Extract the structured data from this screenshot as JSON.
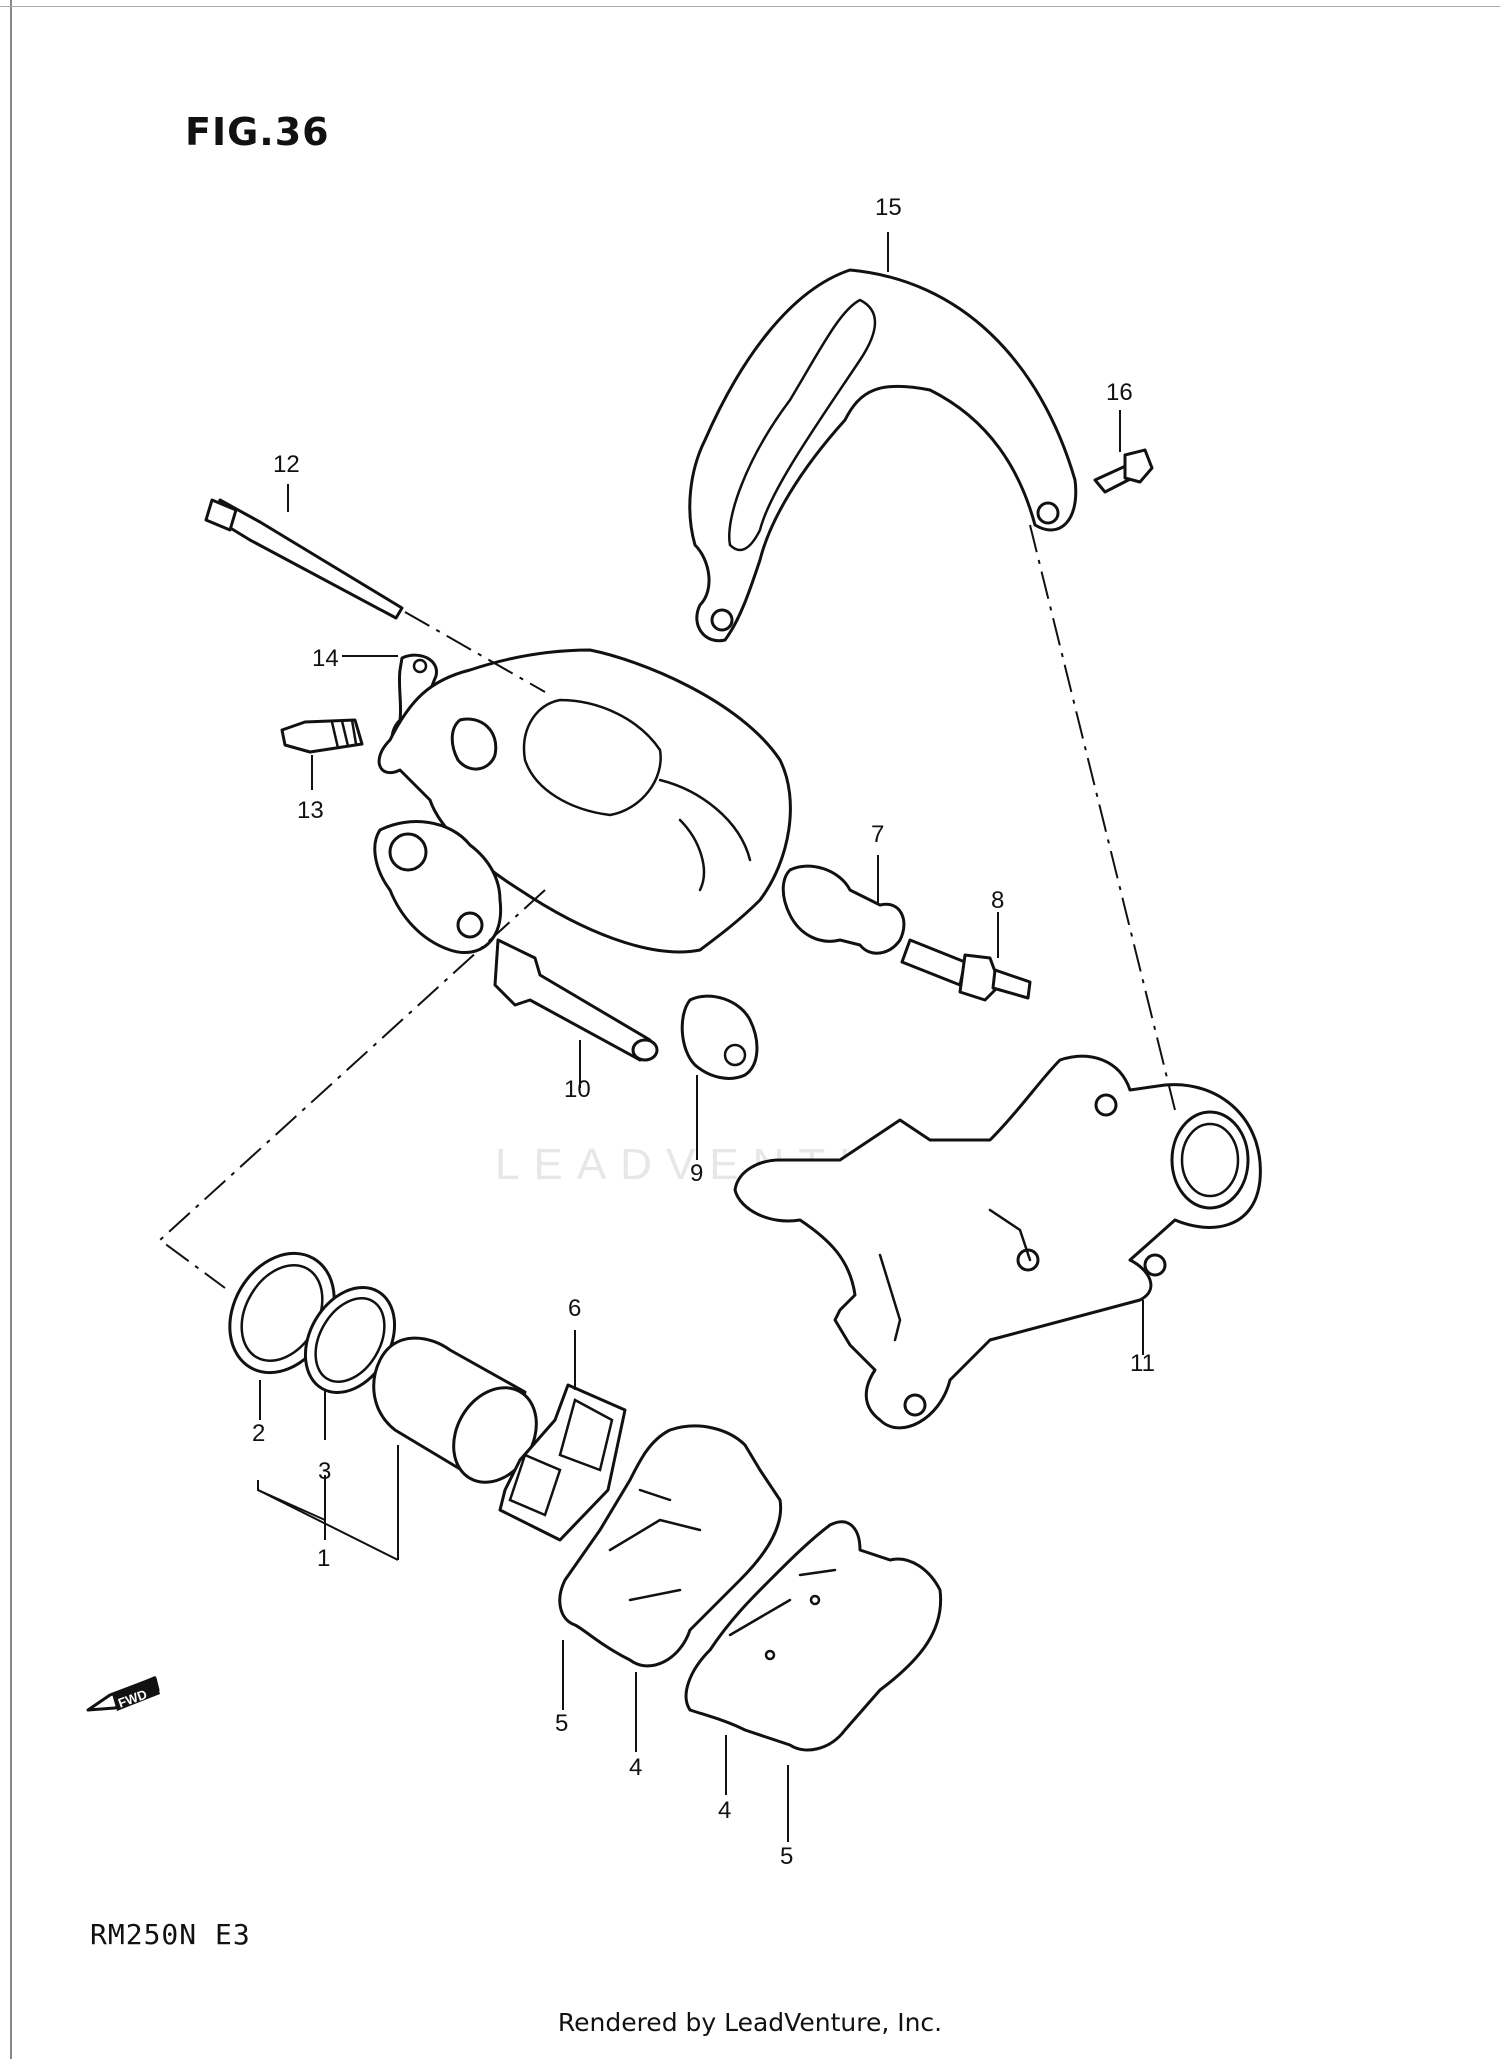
{
  "figure_title": "FIG.36",
  "model_code": "RM250N  E3",
  "footer": "Rendered by LeadVenture, Inc.",
  "watermark": "LEADVENTURE",
  "fwd_badge": "FWD",
  "callouts": {
    "c1": "1",
    "c2": "2",
    "c3": "3",
    "c4a": "4",
    "c4b": "4",
    "c5a": "5",
    "c5b": "5",
    "c6": "6",
    "c7": "7",
    "c8": "8",
    "c9": "9",
    "c10": "10",
    "c11": "11",
    "c12": "12",
    "c13": "13",
    "c14": "14",
    "c15": "15",
    "c16": "16"
  }
}
